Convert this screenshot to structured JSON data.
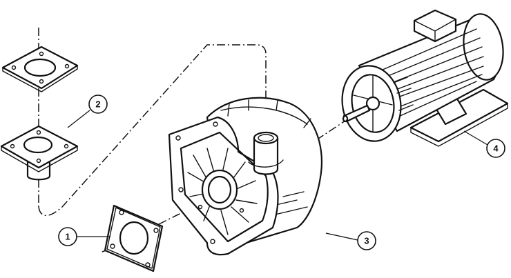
{
  "callouts": [
    {
      "id": "gasket",
      "label": "1"
    },
    {
      "id": "flanges",
      "label": "2"
    },
    {
      "id": "pump-housing",
      "label": "3"
    },
    {
      "id": "motor",
      "label": "4"
    }
  ]
}
